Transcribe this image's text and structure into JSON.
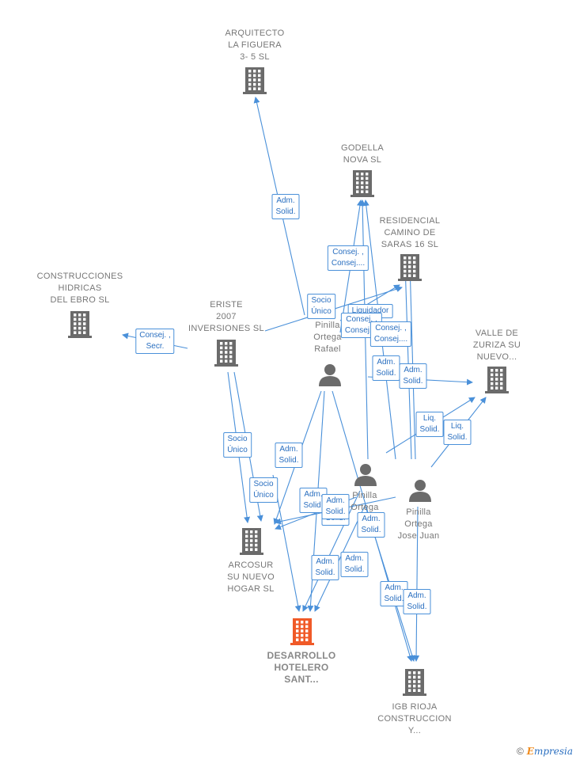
{
  "colors": {
    "edge": "#4a90d9",
    "company": "#6b6b6b",
    "company_main": "#f05a28",
    "person": "#6b6b6b"
  },
  "nodes": [
    {
      "id": "arquitecto",
      "kind": "company",
      "icon": "building-icon",
      "label": "ARQUITECTO\nLA FIGUERA\n3- 5  SL"
    },
    {
      "id": "godella",
      "kind": "company",
      "icon": "building-icon",
      "label": "GODELLA\nNOVA  SL"
    },
    {
      "id": "residencial",
      "kind": "company",
      "icon": "building-icon",
      "label": "RESIDENCIAL\nCAMINO DE\nSARAS 16  SL"
    },
    {
      "id": "construcciones",
      "kind": "company",
      "icon": "building-icon",
      "label": "CONSTRUCCIONES\nHIDRICAS\nDEL EBRO SL"
    },
    {
      "id": "eriste",
      "kind": "company",
      "icon": "building-icon",
      "label": "ERISTE\n2007\nINVERSIONES SL"
    },
    {
      "id": "valle",
      "kind": "company",
      "icon": "building-icon",
      "label": "VALLE DE\nZURIZA SU\nNUEVO..."
    },
    {
      "id": "rafael",
      "kind": "person",
      "icon": "person-icon",
      "label": "Pinilla\nOrtega\nRafael"
    },
    {
      "id": "pinilla2",
      "kind": "person",
      "icon": "person-icon",
      "label": "Pinilla\nOrtega"
    },
    {
      "id": "josejuan",
      "kind": "person",
      "icon": "person-icon",
      "label": "Pinilla\nOrtega\nJose Juan"
    },
    {
      "id": "arcosur",
      "kind": "company",
      "icon": "building-icon",
      "label": "ARCOSUR\nSU NUEVO\nHOGAR  SL"
    },
    {
      "id": "desarrollo",
      "kind": "company-main",
      "icon": "building-icon",
      "label": "DESARROLLO\nHOTELERO\nSANT..."
    },
    {
      "id": "igb",
      "kind": "company",
      "icon": "building-icon",
      "label": "IGB RIOJA\nCONSTRUCCION\nY..."
    }
  ],
  "edge_labels": [
    "Adm.\nSolid.",
    "Consej. ,\nConsej....",
    "Socio\nÚnico",
    "Liquidador",
    "Consej. ,\nConsej....",
    "Consej. ,\nConsej....",
    "Consej. ,\nSecr.",
    "Adm.\nSolid.",
    "Adm.\nSolid.",
    "Liq.\nSolid.",
    "Liq.\nSolid.",
    "Socio\nÚnico",
    "Adm.\nSolid.",
    "Socio\nÚnico",
    "Adm.\nSolid.",
    "Adm.\nSolid.",
    "Adm.\nSolid.",
    "Adm.\nSolid.",
    "Adm.\nSolid.",
    "Adm.\nSolid.",
    "Adm.\nSolid.",
    "Adm.\nSolid."
  ],
  "brand": {
    "copyright": "©",
    "name_first": "E",
    "name_rest": "mpresia"
  }
}
